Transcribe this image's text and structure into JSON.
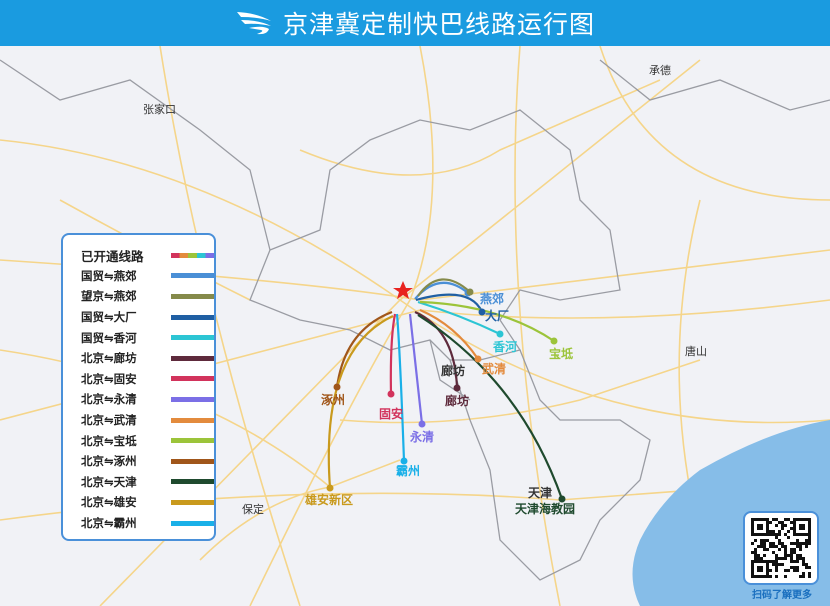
{
  "header": {
    "title": "京津冀定制快巴线路运行图",
    "logo_icon": "wing-logo-icon"
  },
  "cities": [
    {
      "name": "张家口"
    },
    {
      "name": "承德"
    },
    {
      "name": "唐山"
    },
    {
      "name": "保定"
    },
    {
      "name": "天津"
    },
    {
      "name": "廊坊"
    }
  ],
  "legend": {
    "heading": "已开通线路",
    "routes": [
      {
        "label": "国贸⇋燕郊",
        "color": "#4a8fd6",
        "dest": "燕郊"
      },
      {
        "label": "望京⇋燕郊",
        "color": "#858a4a",
        "dest": ""
      },
      {
        "label": "国贸⇋大厂",
        "color": "#1f5fa3",
        "dest": "大厂"
      },
      {
        "label": "国贸⇋香河",
        "color": "#2cc5d4",
        "dest": "香河"
      },
      {
        "label": "北京⇋廊坊",
        "color": "#5e2a3c",
        "dest": "廊坊"
      },
      {
        "label": "北京⇋固安",
        "color": "#d2335c",
        "dest": "固安"
      },
      {
        "label": "北京⇋永清",
        "color": "#7b6fe6",
        "dest": "永清"
      },
      {
        "label": "北京⇋武清",
        "color": "#e38b3d",
        "dest": "武清"
      },
      {
        "label": "北京⇋宝坻",
        "color": "#9cc43a",
        "dest": "宝坻"
      },
      {
        "label": "北京⇋涿州",
        "color": "#a0561a",
        "dest": "涿州"
      },
      {
        "label": "北京⇋天津",
        "color": "#1f4a2e",
        "dest": "天津海教园"
      },
      {
        "label": "北京⇋雄安",
        "color": "#c99a1d",
        "dest": "雄安新区"
      },
      {
        "label": "北京⇋霸州",
        "color": "#1ab0e8",
        "dest": "霸州"
      }
    ]
  },
  "qr": {
    "caption": "扫码了解更多"
  },
  "colors": {
    "header": "#1a9be0",
    "sea": "#86bde8",
    "road": "#f5d58a",
    "border": "#9a9ca3"
  }
}
